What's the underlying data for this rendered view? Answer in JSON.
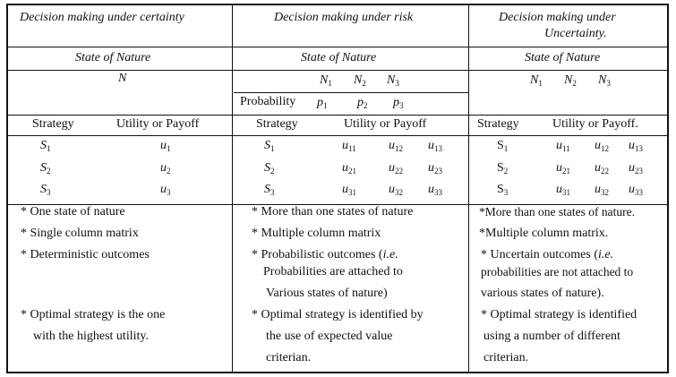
{
  "headers": {
    "col1": "Decision making under certainty",
    "col2": "Decision making under risk",
    "col3_line1": "Decision making under",
    "col3_line2": "Uncertainty."
  },
  "state_of_nature_label": "State of Nature",
  "certainty": {
    "state": "N",
    "strategy_label": "Strategy",
    "payoff_label": "Utility or Payoff",
    "strategies": [
      {
        "s": "S",
        "sub": "1",
        "u": "u",
        "usub": "1"
      },
      {
        "s": "S",
        "sub": "2",
        "u": "u",
        "usub": "2"
      },
      {
        "s": "S",
        "sub": "3",
        "u": "u",
        "usub": "3"
      }
    ],
    "notes": [
      "* One state of nature",
      "* Single column matrix",
      "* Deterministic outcomes",
      "* Optimal strategy is the one",
      "with the highest utility."
    ]
  },
  "risk": {
    "states": [
      {
        "n": "N",
        "sub": "1"
      },
      {
        "n": "N",
        "sub": "2"
      },
      {
        "n": "N",
        "sub": "3"
      }
    ],
    "probability_label": "Probability",
    "probs": [
      {
        "p": "p",
        "sub": "1"
      },
      {
        "p": "p",
        "sub": "2"
      },
      {
        "p": "p",
        "sub": "3"
      }
    ],
    "strategy_label": "Strategy",
    "payoff_label": "Utility or Payoff",
    "rows": [
      {
        "s": "S",
        "sub": "1",
        "u": [
          [
            "u",
            "11"
          ],
          [
            "u",
            "12"
          ],
          [
            "u",
            "13"
          ]
        ]
      },
      {
        "s": "S",
        "sub": "2",
        "u": [
          [
            "u",
            "21"
          ],
          [
            "u",
            "22"
          ],
          [
            "u",
            "23"
          ]
        ]
      },
      {
        "s": "S",
        "sub": "3",
        "u": [
          [
            "u",
            "31"
          ],
          [
            "u",
            "32"
          ],
          [
            "u",
            "33"
          ]
        ]
      }
    ],
    "notes": [
      "* More than one states of nature",
      "* Multiple column matrix",
      "* Probabilistic outcomes (",
      "i.e.",
      "Probabilities are attached to",
      "Various states of nature)",
      "* Optimal strategy is identified by",
      "the use of expected value",
      "criterian."
    ]
  },
  "uncertainty": {
    "states": [
      {
        "n": "N",
        "sub": "1"
      },
      {
        "n": "N",
        "sub": "2"
      },
      {
        "n": "N",
        "sub": "3"
      }
    ],
    "strategy_label": "Strategy",
    "payoff_label": "Utility or Payoff.",
    "rows": [
      {
        "s": "S",
        "sub": "1",
        "u": [
          [
            "u",
            "11"
          ],
          [
            "u",
            "12"
          ],
          [
            "u",
            "13"
          ]
        ]
      },
      {
        "s": "S",
        "sub": "2",
        "u": [
          [
            "u",
            "21"
          ],
          [
            "u",
            "22"
          ],
          [
            "u",
            "23"
          ]
        ]
      },
      {
        "s": "S",
        "sub": "3",
        "u": [
          [
            "u",
            "31"
          ],
          [
            "u",
            "32"
          ],
          [
            "u",
            "33"
          ]
        ]
      }
    ],
    "notes": [
      "*More than one states of nature.",
      "*Multiple column matrix.",
      "* Uncertain outcomes (",
      "i.e.",
      "probabilities are not attached to",
      "various states of nature).",
      "* Optimal strategy is identified",
      "using a number of different",
      "criterian."
    ]
  }
}
